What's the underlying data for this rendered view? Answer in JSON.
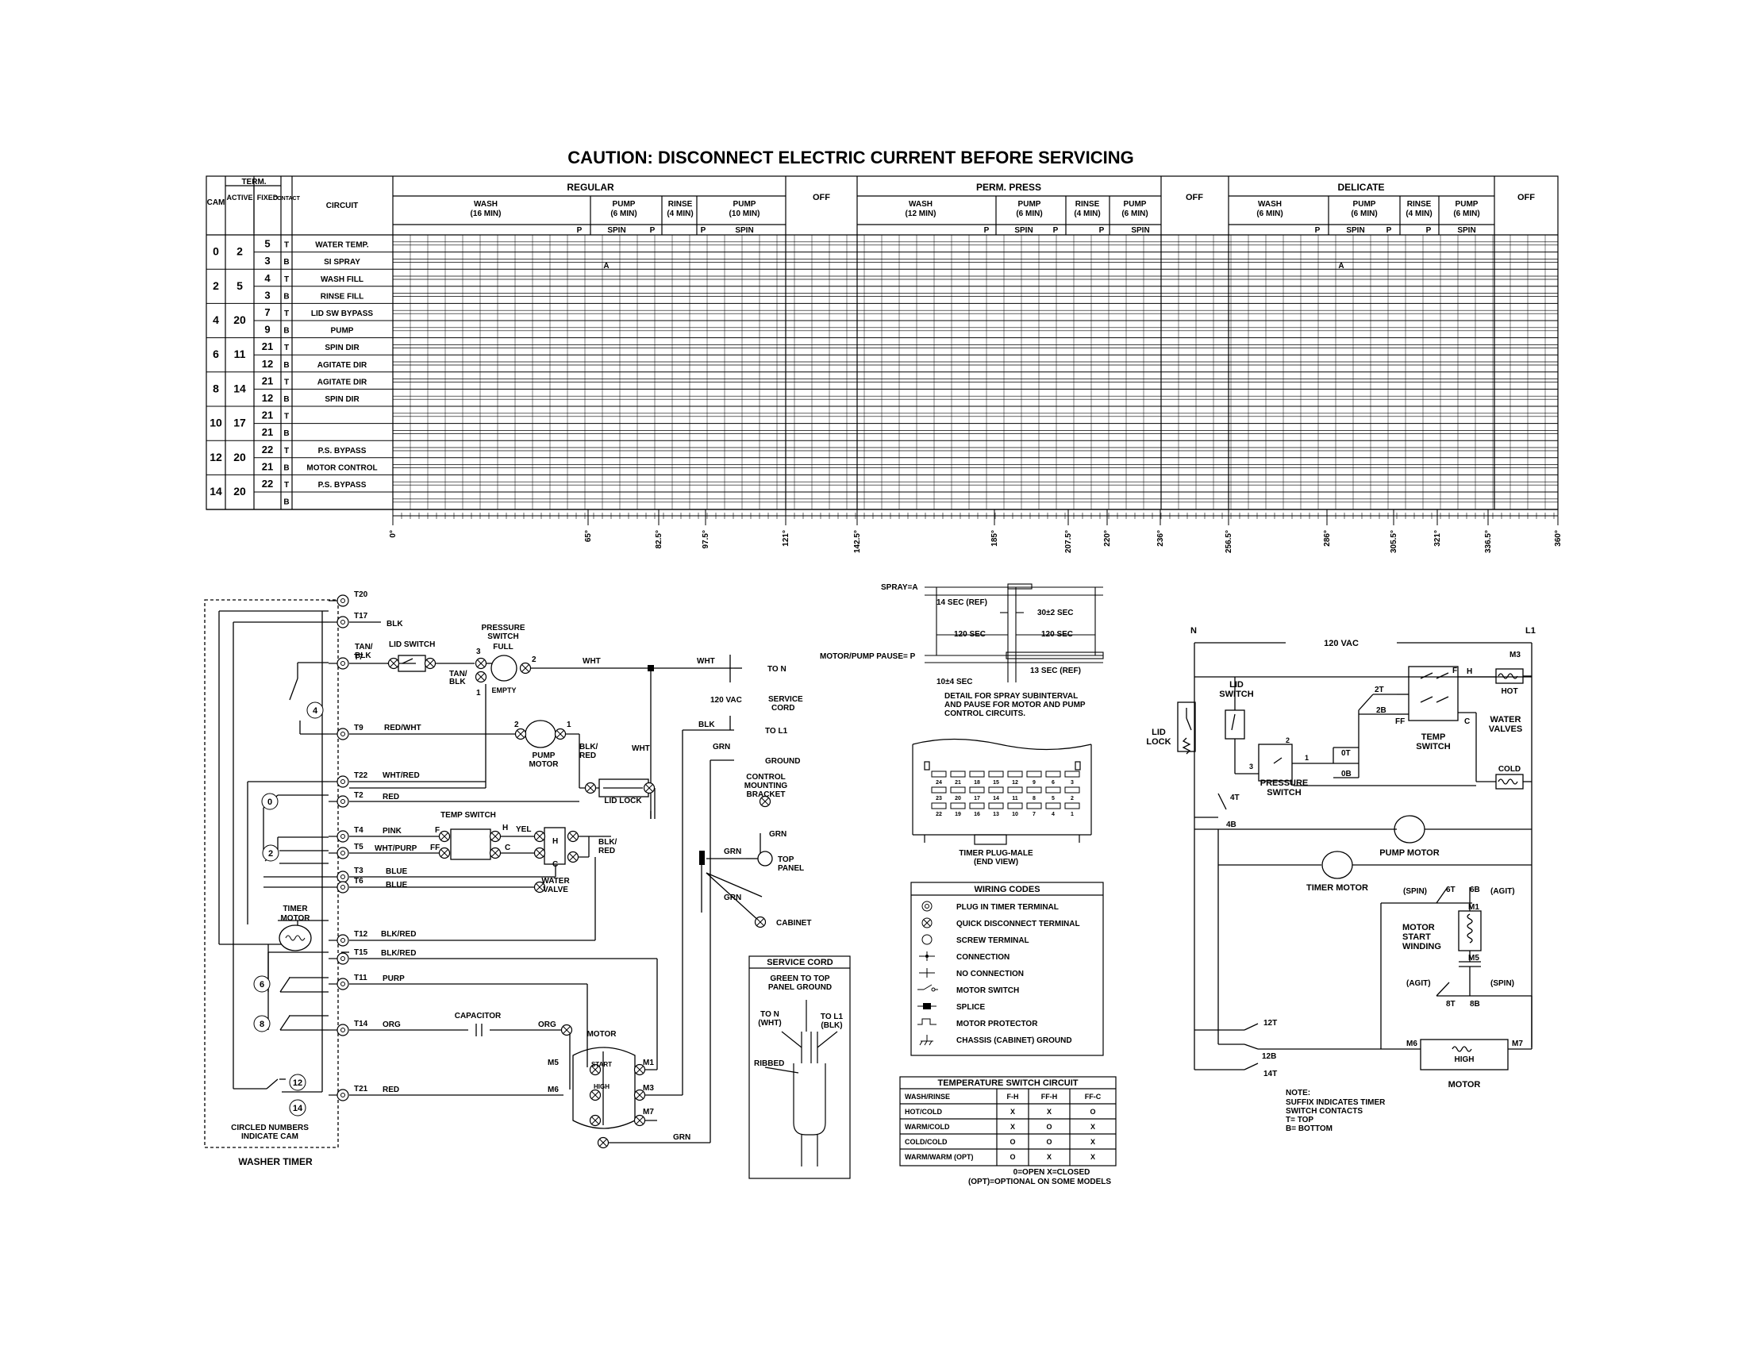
{
  "caution": "CAUTION: DISCONNECT ELECTRIC CURRENT BEFORE SERVICING",
  "timer_chart": {
    "head_cam": "CAM",
    "head_term": "TERM.",
    "head_active": "ACTIVE",
    "head_fixed": "FIXED",
    "head_contact": "CONTACT",
    "head_circuit": "CIRCUIT",
    "cycles": [
      {
        "name": "REGULAR",
        "steps": [
          {
            "top": "WASH",
            "sub": "(16 MIN)"
          },
          {
            "top": "PUMP",
            "sub": "(6 MIN)",
            "sub2": "SPIN"
          },
          {
            "top": "RINSE",
            "sub": "(4 MIN)"
          },
          {
            "top": "PUMP",
            "sub": "(10 MIN)",
            "sub2": "SPIN"
          }
        ]
      },
      {
        "name": "PERM. PRESS",
        "steps": [
          {
            "top": "WASH",
            "sub": "(12 MIN)"
          },
          {
            "top": "PUMP",
            "sub": "(6 MIN)",
            "sub2": "SPIN"
          },
          {
            "top": "RINSE",
            "sub": "(4 MIN)"
          },
          {
            "top": "PUMP",
            "sub": "(6 MIN)",
            "sub2": "SPIN"
          }
        ]
      },
      {
        "name": "DELICATE",
        "steps": [
          {
            "top": "WASH",
            "sub": "(6 MIN)"
          },
          {
            "top": "PUMP",
            "sub": "(6 MIN)",
            "sub2": "SPIN"
          },
          {
            "top": "RINSE",
            "sub": "(4 MIN)"
          },
          {
            "top": "PUMP",
            "sub": "(6 MIN)",
            "sub2": "SPIN"
          }
        ]
      }
    ],
    "off_label": "OFF",
    "pause_label": "P",
    "spray_mark": "A",
    "rows": [
      {
        "cam": "0",
        "active": "2",
        "fixed": "5",
        "contact": "T",
        "circuit": "WATER TEMP."
      },
      {
        "cam": "",
        "active": "",
        "fixed": "3",
        "contact": "B",
        "circuit": "SI SPRAY"
      },
      {
        "cam": "2",
        "active": "5",
        "fixed": "4",
        "contact": "T",
        "circuit": "WASH FILL"
      },
      {
        "cam": "",
        "active": "",
        "fixed": "3",
        "contact": "B",
        "circuit": "RINSE FILL"
      },
      {
        "cam": "4",
        "active": "20",
        "fixed": "7",
        "contact": "T",
        "circuit": "LID SW BYPASS"
      },
      {
        "cam": "",
        "active": "",
        "fixed": "9",
        "contact": "B",
        "circuit": "PUMP"
      },
      {
        "cam": "6",
        "active": "11",
        "fixed": "21",
        "contact": "T",
        "circuit": "SPIN DIR"
      },
      {
        "cam": "",
        "active": "",
        "fixed": "12",
        "contact": "B",
        "circuit": "AGITATE DIR"
      },
      {
        "cam": "8",
        "active": "14",
        "fixed": "21",
        "contact": "T",
        "circuit": "AGITATE DIR"
      },
      {
        "cam": "",
        "active": "",
        "fixed": "12",
        "contact": "B",
        "circuit": "SPIN DIR"
      },
      {
        "cam": "10",
        "active": "17",
        "fixed": "21",
        "contact": "T",
        "circuit": ""
      },
      {
        "cam": "",
        "active": "",
        "fixed": "21",
        "contact": "B",
        "circuit": ""
      },
      {
        "cam": "12",
        "active": "20",
        "fixed": "22",
        "contact": "T",
        "circuit": "P.S. BYPASS"
      },
      {
        "cam": "",
        "active": "",
        "fixed": "21",
        "contact": "B",
        "circuit": "MOTOR CONTROL"
      },
      {
        "cam": "14",
        "active": "20",
        "fixed": "22",
        "contact": "T",
        "circuit": "P.S. BYPASS"
      },
      {
        "cam": "",
        "active": "",
        "fixed": "",
        "contact": "B",
        "circuit": ""
      }
    ],
    "degrees": [
      "0°",
      "65°",
      "82.5°",
      "97.5°",
      "121°",
      "142.5°",
      "185°",
      "207.5°",
      "220°",
      "236°",
      "256.5°",
      "286°",
      "305.5°",
      "321°",
      "336.5°",
      "360°"
    ]
  },
  "schematic": {
    "timer_terms": [
      "T20",
      "T17",
      "T7",
      "T9",
      "T22",
      "T2",
      "T4",
      "T5",
      "T3",
      "T6",
      "T12",
      "T15",
      "T11",
      "T14",
      "T21"
    ],
    "cams": [
      "4",
      "0",
      "2",
      "6",
      "8",
      "12",
      "14"
    ],
    "blk": "BLK",
    "tan_blk_1": "TAN/",
    "tan_blk_2": "BLK",
    "lid_switch": "LID SWITCH",
    "pressure_switch_1": "PRESSURE",
    "pressure_switch_2": "SWITCH",
    "full": "FULL",
    "empty": "EMPTY",
    "wht": "WHT",
    "to_n": "TO N",
    "to_l1": "TO L1",
    "ground": "GROUND",
    "v120": "120 VAC",
    "service_cord_1": "SERVICE",
    "service_cord_2": "CORD",
    "red_wht": "RED/WHT",
    "pump_motor_1": "PUMP",
    "pump_motor_2": "MOTOR",
    "blk_red_1": "BLK/",
    "blk_red_2": "RED",
    "lid_lock": "LID LOCK",
    "grn": "GRN",
    "control_1": "CONTROL",
    "control_2": "MOUNTING",
    "control_3": "BRACKET",
    "top_panel_1": "TOP",
    "top_panel_2": "PANEL",
    "cabinet": "CABINET",
    "wht_red": "WHT/RED",
    "red": "RED",
    "temp_switch": "TEMP SWITCH",
    "pink": "PINK",
    "wht_purp": "WHT/PURP",
    "blue": "BLUE",
    "yel": "YEL",
    "water_valve_1": "WATER",
    "water_valve_2": "VALVE",
    "timer_motor_1": "TIMER",
    "timer_motor_2": "MOTOR",
    "blk_red": "BLK/RED",
    "purp": "PURP",
    "org": "ORG",
    "capacitor": "CAPACITOR",
    "motor": "MOTOR",
    "start": "START",
    "high": "HIGH",
    "circled_1": "CIRCLED NUMBERS",
    "circled_2": "INDICATE CAM",
    "washer_timer": "WASHER TIMER",
    "f": "F",
    "ff": "FF",
    "h": "H",
    "c": "C",
    "m1": "M1",
    "m3": "M3",
    "m5": "M5",
    "m6": "M6",
    "m7": "M7",
    "n1": "1",
    "n2": "2",
    "n3": "3"
  },
  "spray_detail": {
    "spray": "SPRAY=A",
    "ref14": "14 SEC (REF)",
    "s30": "30±2 SEC",
    "s120a": "120 SEC",
    "s120b": "120 SEC",
    "pause": "MOTOR/PUMP PAUSE= P",
    "s10": "10±4 SEC",
    "ref13": "13 SEC (REF)",
    "note_1": "DETAIL FOR SPRAY SUBINTERVAL",
    "note_2": "AND PAUSE FOR MOTOR AND PUMP",
    "note_3": "CONTROL CIRCUITS."
  },
  "timer_plug": {
    "row1": [
      "24",
      "21",
      "18",
      "15",
      "12",
      "9",
      "6",
      "3"
    ],
    "row2": [
      "23",
      "20",
      "17",
      "14",
      "11",
      "8",
      "5",
      "2"
    ],
    "row3": [
      "22",
      "19",
      "16",
      "13",
      "10",
      "7",
      "4",
      "1"
    ],
    "label_1": "TIMER PLUG-MALE",
    "label_2": "(END VIEW)"
  },
  "wiring_codes": {
    "title": "WIRING CODES",
    "items": [
      "PLUG IN TIMER TERMINAL",
      "QUICK DISCONNECT TERMINAL",
      "SCREW TERMINAL",
      "CONNECTION",
      "NO CONNECTION",
      "MOTOR SWITCH",
      "SPLICE",
      "MOTOR PROTECTOR",
      "CHASSIS (CABINET) GROUND"
    ]
  },
  "service_cord": {
    "title": "SERVICE CORD",
    "green_1": "GREEN TO TOP",
    "green_2": "PANEL GROUND",
    "to_n_1": "TO N",
    "to_n_2": "(WHT)",
    "to_l1_1": "TO L1",
    "to_l1_2": "(BLK)",
    "ribbed": "RIBBED"
  },
  "temp_table": {
    "title": "TEMPERATURE SWITCH CIRCUIT",
    "headers": [
      "WASH/RINSE",
      "F-H",
      "FF-H",
      "FF-C"
    ],
    "rows": [
      [
        "HOT/COLD",
        "X",
        "X",
        "O"
      ],
      [
        "WARM/COLD",
        "X",
        "O",
        "X"
      ],
      [
        "COLD/COLD",
        "O",
        "O",
        "X"
      ],
      [
        "WARM/WARM (OPT)",
        "O",
        "X",
        "X"
      ]
    ],
    "legend_1": "0=OPEN      X=CLOSED",
    "legend_2": "(OPT)=OPTIONAL ON SOME MODELS"
  },
  "ladder": {
    "n": "N",
    "l1": "L1",
    "v120": "120 VAC",
    "lid_switch_1": "LID",
    "lid_switch_2": "SWITCH",
    "lid_lock_1": "LID",
    "lid_lock_2": "LOCK",
    "pressure_1": "PRESSURE",
    "pressure_2": "SWITCH",
    "temp_1": "TEMP",
    "temp_2": "SWITCH",
    "water_1": "WATER",
    "water_2": "VALVES",
    "hot": "HOT",
    "cold": "COLD",
    "pump_motor": "PUMP MOTOR",
    "timer_motor": "TIMER MOTOR",
    "spin": "(SPIN)",
    "agit": "(AGIT)",
    "msw_1": "MOTOR",
    "msw_2": "START",
    "msw_3": "WINDING",
    "motor": "MOTOR",
    "high": "HIGH",
    "t4": "4T",
    "t4b": "4B",
    "t12": "12T",
    "b12": "12B",
    "t14": "14T",
    "t2": "2T",
    "b2": "2B",
    "t0": "0T",
    "b0": "0B",
    "t6": "6T",
    "b6": "6B",
    "t8": "8T",
    "b8": "8B",
    "m1": "M1",
    "m3": "M3",
    "m5": "M5",
    "m6": "M6",
    "m7": "M7",
    "f": "F",
    "h": "H",
    "ff": "FF",
    "c": "C",
    "n1": "1",
    "n2": "2",
    "n3": "3",
    "note_1": "NOTE:",
    "note_2": "SUFFIX INDICATES TIMER",
    "note_3": "SWITCH CONTACTS",
    "note_4": "T= TOP",
    "note_5": "B= BOTTOM"
  }
}
